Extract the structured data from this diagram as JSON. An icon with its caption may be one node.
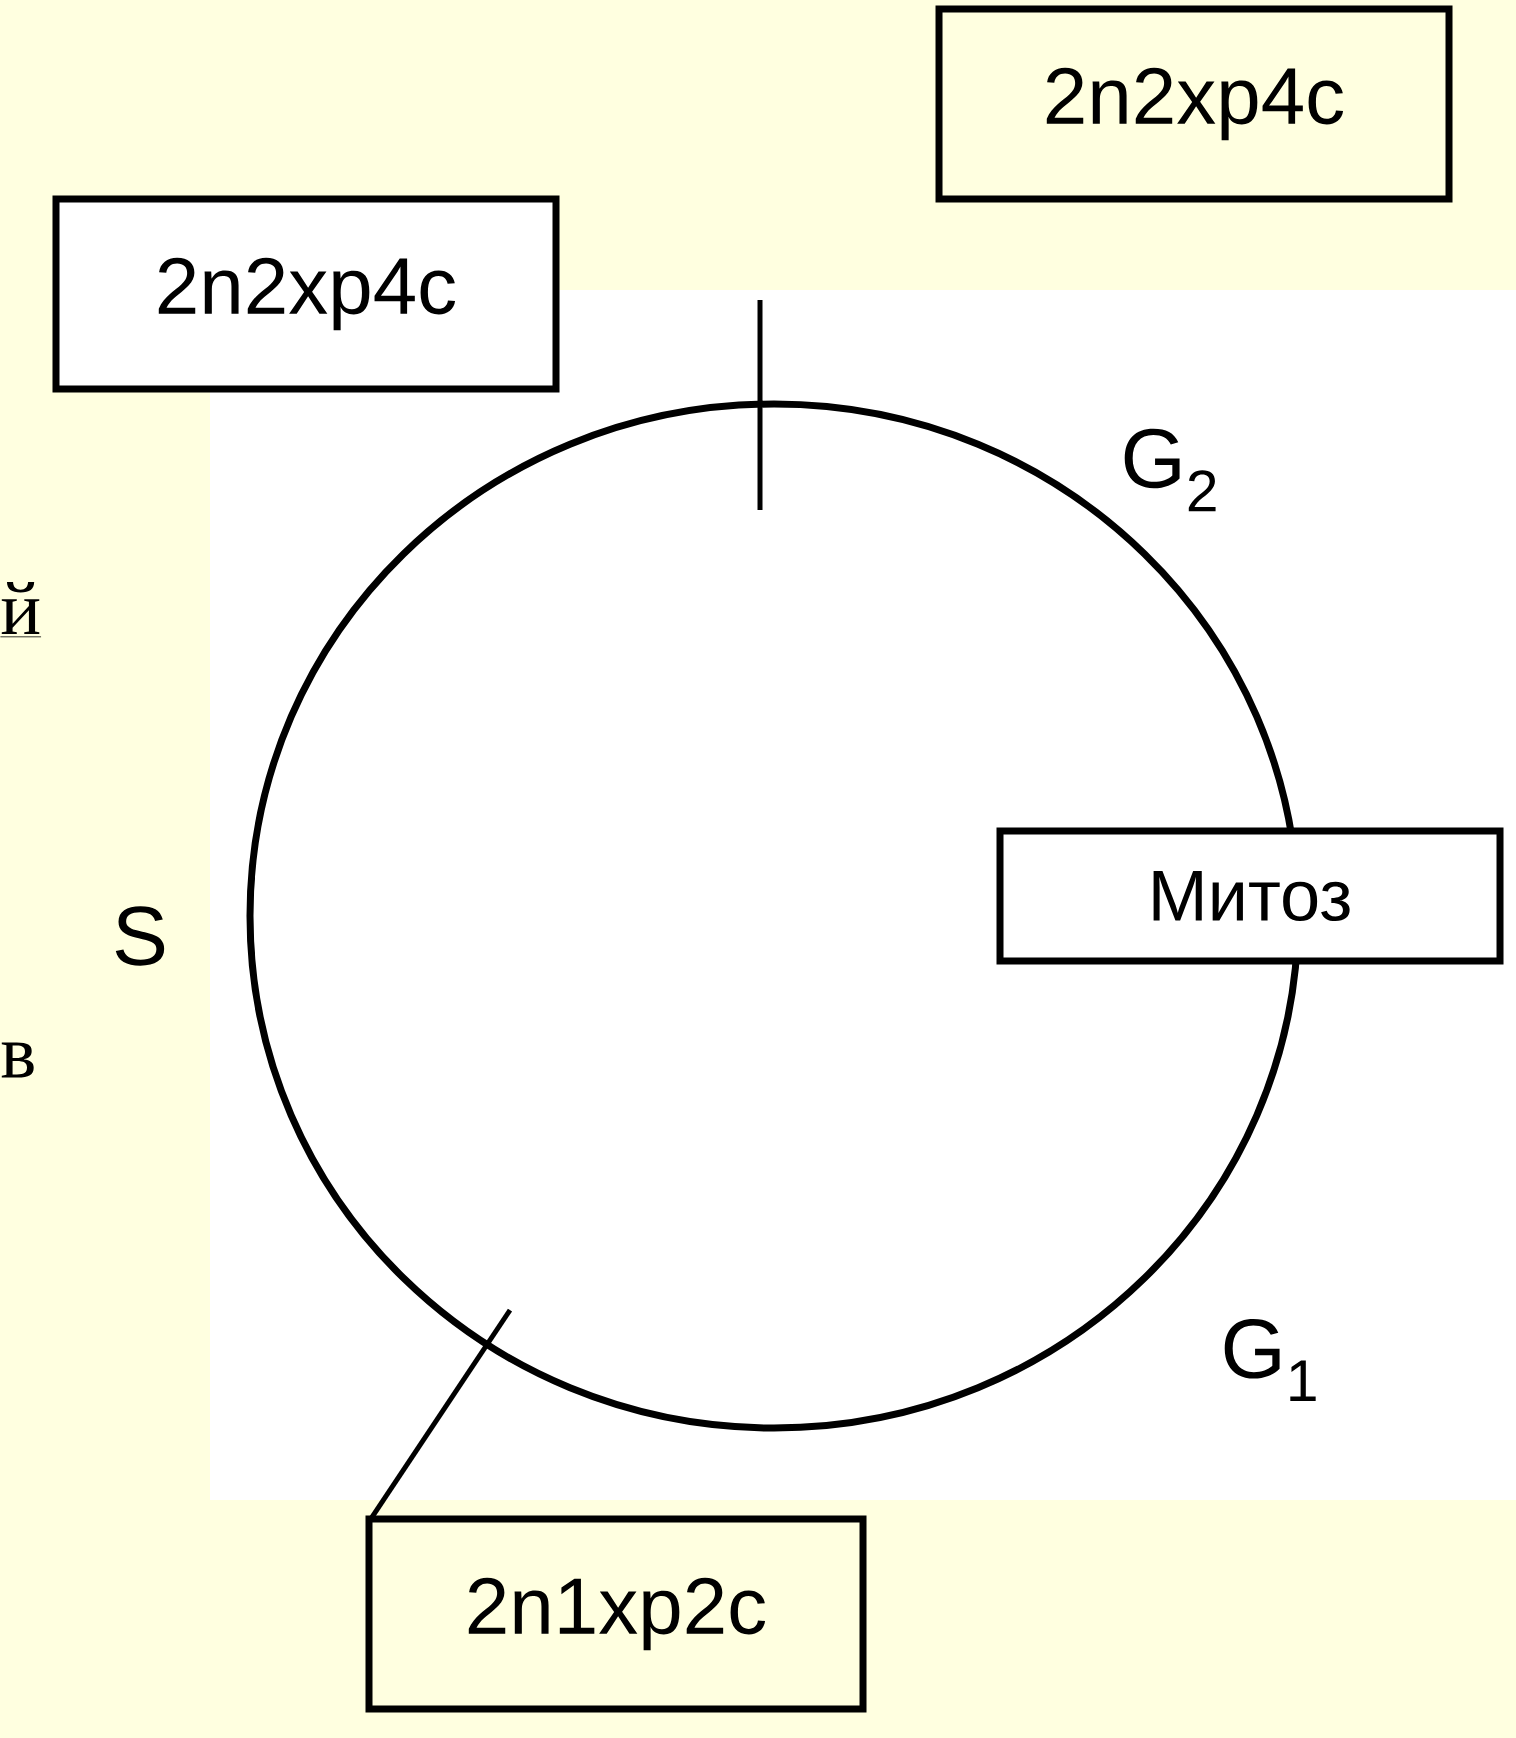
{
  "diagram": {
    "nodes": [
      {
        "text": [
          "2n2xp4c"
        ]
      },
      {
        "text": [
          "2n2xp4c"
        ]
      },
      {
        "text": [
          "Митоз"
        ]
      },
      {
        "text": [
          "2n1xp2c"
        ]
      }
    ],
    "labels": [
      "й",
      "G$_{2}$",
      "S",
      "в",
      "G$_{1}$"
    ]
  }
}
